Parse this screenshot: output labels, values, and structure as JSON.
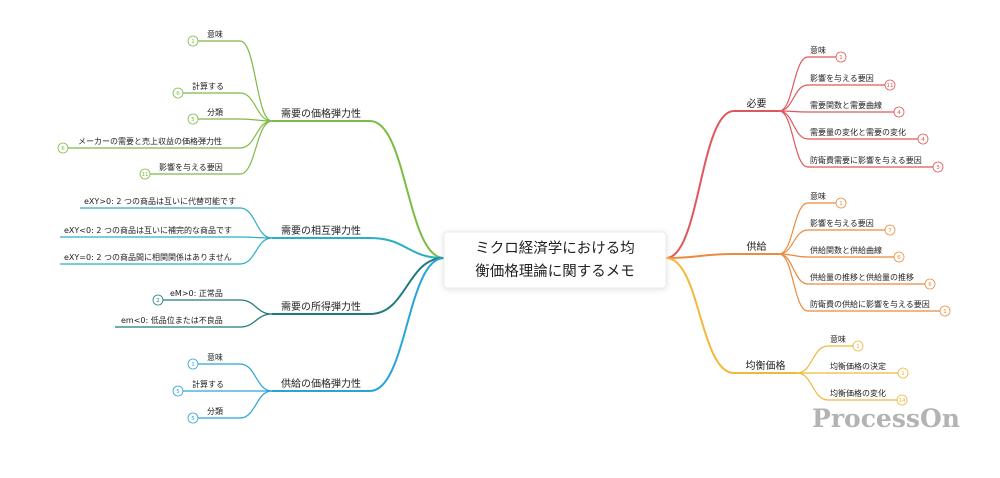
{
  "center": {
    "line1": "ミクロ経済学における均",
    "line2": "衡価格理論に関するメモ"
  },
  "watermark": "ProcessOn",
  "colors": {
    "demand": "#e0575b",
    "supply": "#eb8b3d",
    "equilibrium": "#f1b83a",
    "price_elasticity": "#7dbb47",
    "cross_elasticity": "#2ab0c2",
    "income_elasticity": "#1f7a7f",
    "supply_elasticity": "#2aa3d8"
  },
  "right": {
    "demand": {
      "label": "必要",
      "items": [
        {
          "label": "意味",
          "badge": "1"
        },
        {
          "label": "影響を与える要因",
          "badge": "11"
        },
        {
          "label": "需要関数と需要曲線",
          "badge": "4"
        },
        {
          "label": "需要量の変化と需要の変化",
          "badge": "4"
        },
        {
          "label": "防衛費需要に影響を与える要因",
          "badge": "3"
        }
      ]
    },
    "supply": {
      "label": "供給",
      "items": [
        {
          "label": "意味",
          "badge": "1"
        },
        {
          "label": "影響を与える要因",
          "badge": "7"
        },
        {
          "label": "供給関数と供給曲線",
          "badge": "6"
        },
        {
          "label": "供給量の推移と供給量の推移",
          "badge": "6"
        },
        {
          "label": "防衛費の供給に影響を与える要因",
          "badge": "1"
        }
      ]
    },
    "equilibrium": {
      "label": "均衡価格",
      "items": [
        {
          "label": "意味",
          "badge": "1"
        },
        {
          "label": "均衡価格の決定",
          "badge": "1"
        },
        {
          "label": "均衡価格の変化",
          "badge": "14"
        }
      ]
    }
  },
  "left": {
    "price_elasticity": {
      "label": "需要の価格弾力性",
      "items": [
        {
          "label": "意味",
          "badge": "1"
        },
        {
          "label": "計算する",
          "badge": "6"
        },
        {
          "label": "分類",
          "badge": "5"
        },
        {
          "label": "メーカーの需要と売上収益の価格弾力性",
          "badge": "6"
        },
        {
          "label": "影響を与える要因",
          "badge": "11"
        }
      ]
    },
    "cross_elasticity": {
      "label": "需要の相互弾力性",
      "items": [
        {
          "label": "eXY>0: 2 つの商品は互いに代替可能です",
          "badge": ""
        },
        {
          "label": "eXY<0: 2 つの商品は互いに補完的な商品です",
          "badge": ""
        },
        {
          "label": "eXY=0: 2 つの商品間に相関関係はありません",
          "badge": ""
        }
      ]
    },
    "income_elasticity": {
      "label": "需要の所得弾力性",
      "items": [
        {
          "label": "eM>0: 正常品",
          "badge": "2"
        },
        {
          "label": "em<0: 低品位または不良品",
          "badge": ""
        }
      ]
    },
    "supply_elasticity": {
      "label": "供給の価格弾力性",
      "items": [
        {
          "label": "意味",
          "badge": "1"
        },
        {
          "label": "計算する",
          "badge": "5"
        },
        {
          "label": "分類",
          "badge": "5"
        }
      ]
    }
  }
}
